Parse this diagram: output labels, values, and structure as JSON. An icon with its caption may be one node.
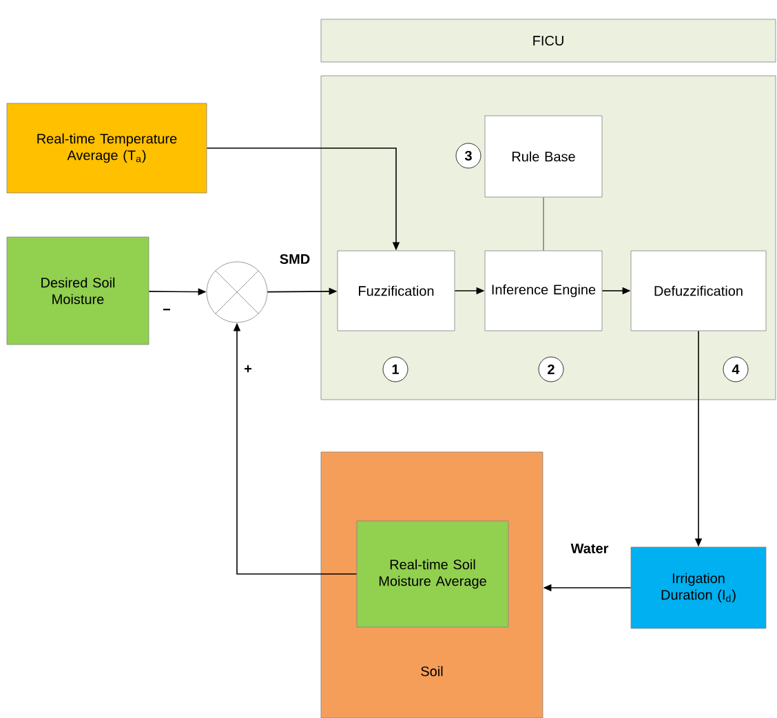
{
  "diagram": {
    "nodes": [
      {
        "text": [
          "FICU"
        ]
      },
      {
        "text": [],
        "shape": "box"
      },
      {
        "text": [
          "Real-time Temperature Average (T$_{a}$)"
        ]
      },
      {
        "text": [
          "Desired Soil Moisture"
        ]
      },
      {
        "text": [],
        "shape": "circle"
      },
      {
        "text": [
          "Fuzzification"
        ],
        "in": 1
      },
      {
        "text": [
          "Rule Base"
        ],
        "in": 1
      },
      {
        "text": [
          "Inference Engine"
        ],
        "in": 1
      },
      {
        "text": [
          "Defuzzification"
        ],
        "in": 1
      },
      {
        "text": [
          "3"
        ],
        "in": 1
      },
      {
        "text": [
          "1"
        ],
        "in": 1
      },
      {
        "text": [
          "2"
        ],
        "in": 1
      },
      {
        "text": [
          "4"
        ],
        "in": 1
      },
      {
        "text": [
          "Soil"
        ]
      },
      {
        "text": [
          "Real-time Soil Moisture Average"
        ],
        "in": 13
      },
      {
        "text": [
          "Irrigation Duration (I$_{d}$)"
        ]
      }
    ],
    "edges": [
      {
        "from": 2,
        "to": 5,
        "arrow": "to"
      },
      {
        "from": 3,
        "to": 4,
        "arrow": "to",
        "label": "−"
      },
      {
        "from": 4,
        "to": 5,
        "arrow": "to",
        "label": "SMD"
      },
      {
        "from": 5,
        "to": 7,
        "arrow": "to"
      },
      {
        "from": 6,
        "to": 7,
        "arrow": "none",
        "color": "#808080"
      },
      {
        "from": 7,
        "to": 8,
        "arrow": "to"
      },
      {
        "from": 8,
        "to": 15,
        "arrow": "to"
      },
      {
        "from": 15,
        "to": 13,
        "arrow": "to",
        "label": "Water"
      },
      {
        "from": 14,
        "to": 4,
        "arrow": "to",
        "label": "+"
      }
    ]
  }
}
